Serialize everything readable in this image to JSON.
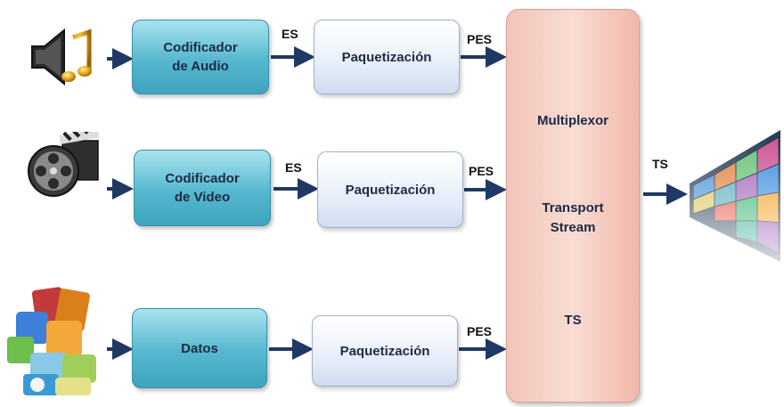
{
  "rows": [
    {
      "source_icon": "speaker-music-icon",
      "encoder_label_1": "Codificador",
      "encoder_label_2": "de Audio",
      "es_label": "ES",
      "packetizer_label": "Paquetización",
      "pes_label": "PES"
    },
    {
      "source_icon": "film-reel-clapperboard-icon",
      "encoder_label_1": "Codificador",
      "encoder_label_2": "de Video",
      "es_label": "ES",
      "packetizer_label": "Paquetización",
      "pes_label": "PES"
    },
    {
      "source_icon": "app-data-collage-icon",
      "encoder_label_1": "Datos",
      "packetizer_label": "Paquetización",
      "pes_label": "PES"
    }
  ],
  "multiplexer": {
    "line1": "Multiplexor",
    "line2": "Transport",
    "line3": "Stream",
    "line4": "TS"
  },
  "output": {
    "ts_label": "TS",
    "icon": "tv-screens-wall-icon"
  },
  "colors": {
    "encoder": "#55b8cf",
    "packetizer": "#eaf0fa",
    "multiplexer": "#f6cfc4",
    "arrow": "#1f3864"
  }
}
